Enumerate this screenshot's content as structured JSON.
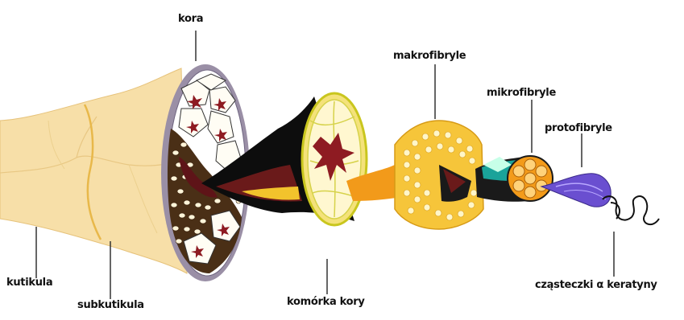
{
  "labels": {
    "kora": "kora",
    "makrofibryle": "makrofibryle",
    "mikrofibryle": "mikrofibryle",
    "protofibryle": "protofibryle",
    "kutikula": "kutikula",
    "subkutikula": "subkutikula",
    "komorka_kory": "komórka kory",
    "czasteczki": "cząsteczki α keratyny"
  },
  "colors": {
    "cuticle": "#f7dfa8",
    "cuticle_line": "#e8b84a",
    "cortex_rim": "#9a8fa6",
    "cortex_fill": "#ffffff",
    "cortex_dark": "#4a2f16",
    "cell_yellow": "#f4e27a",
    "cell_edge": "#c9c61e",
    "red": "#8e1b22",
    "macro_orange": "#f2a21c",
    "macro_yellow": "#f6c53a",
    "micro_orange": "#f39b1a",
    "teal": "#1aa39a",
    "purple": "#6a4fd0"
  }
}
